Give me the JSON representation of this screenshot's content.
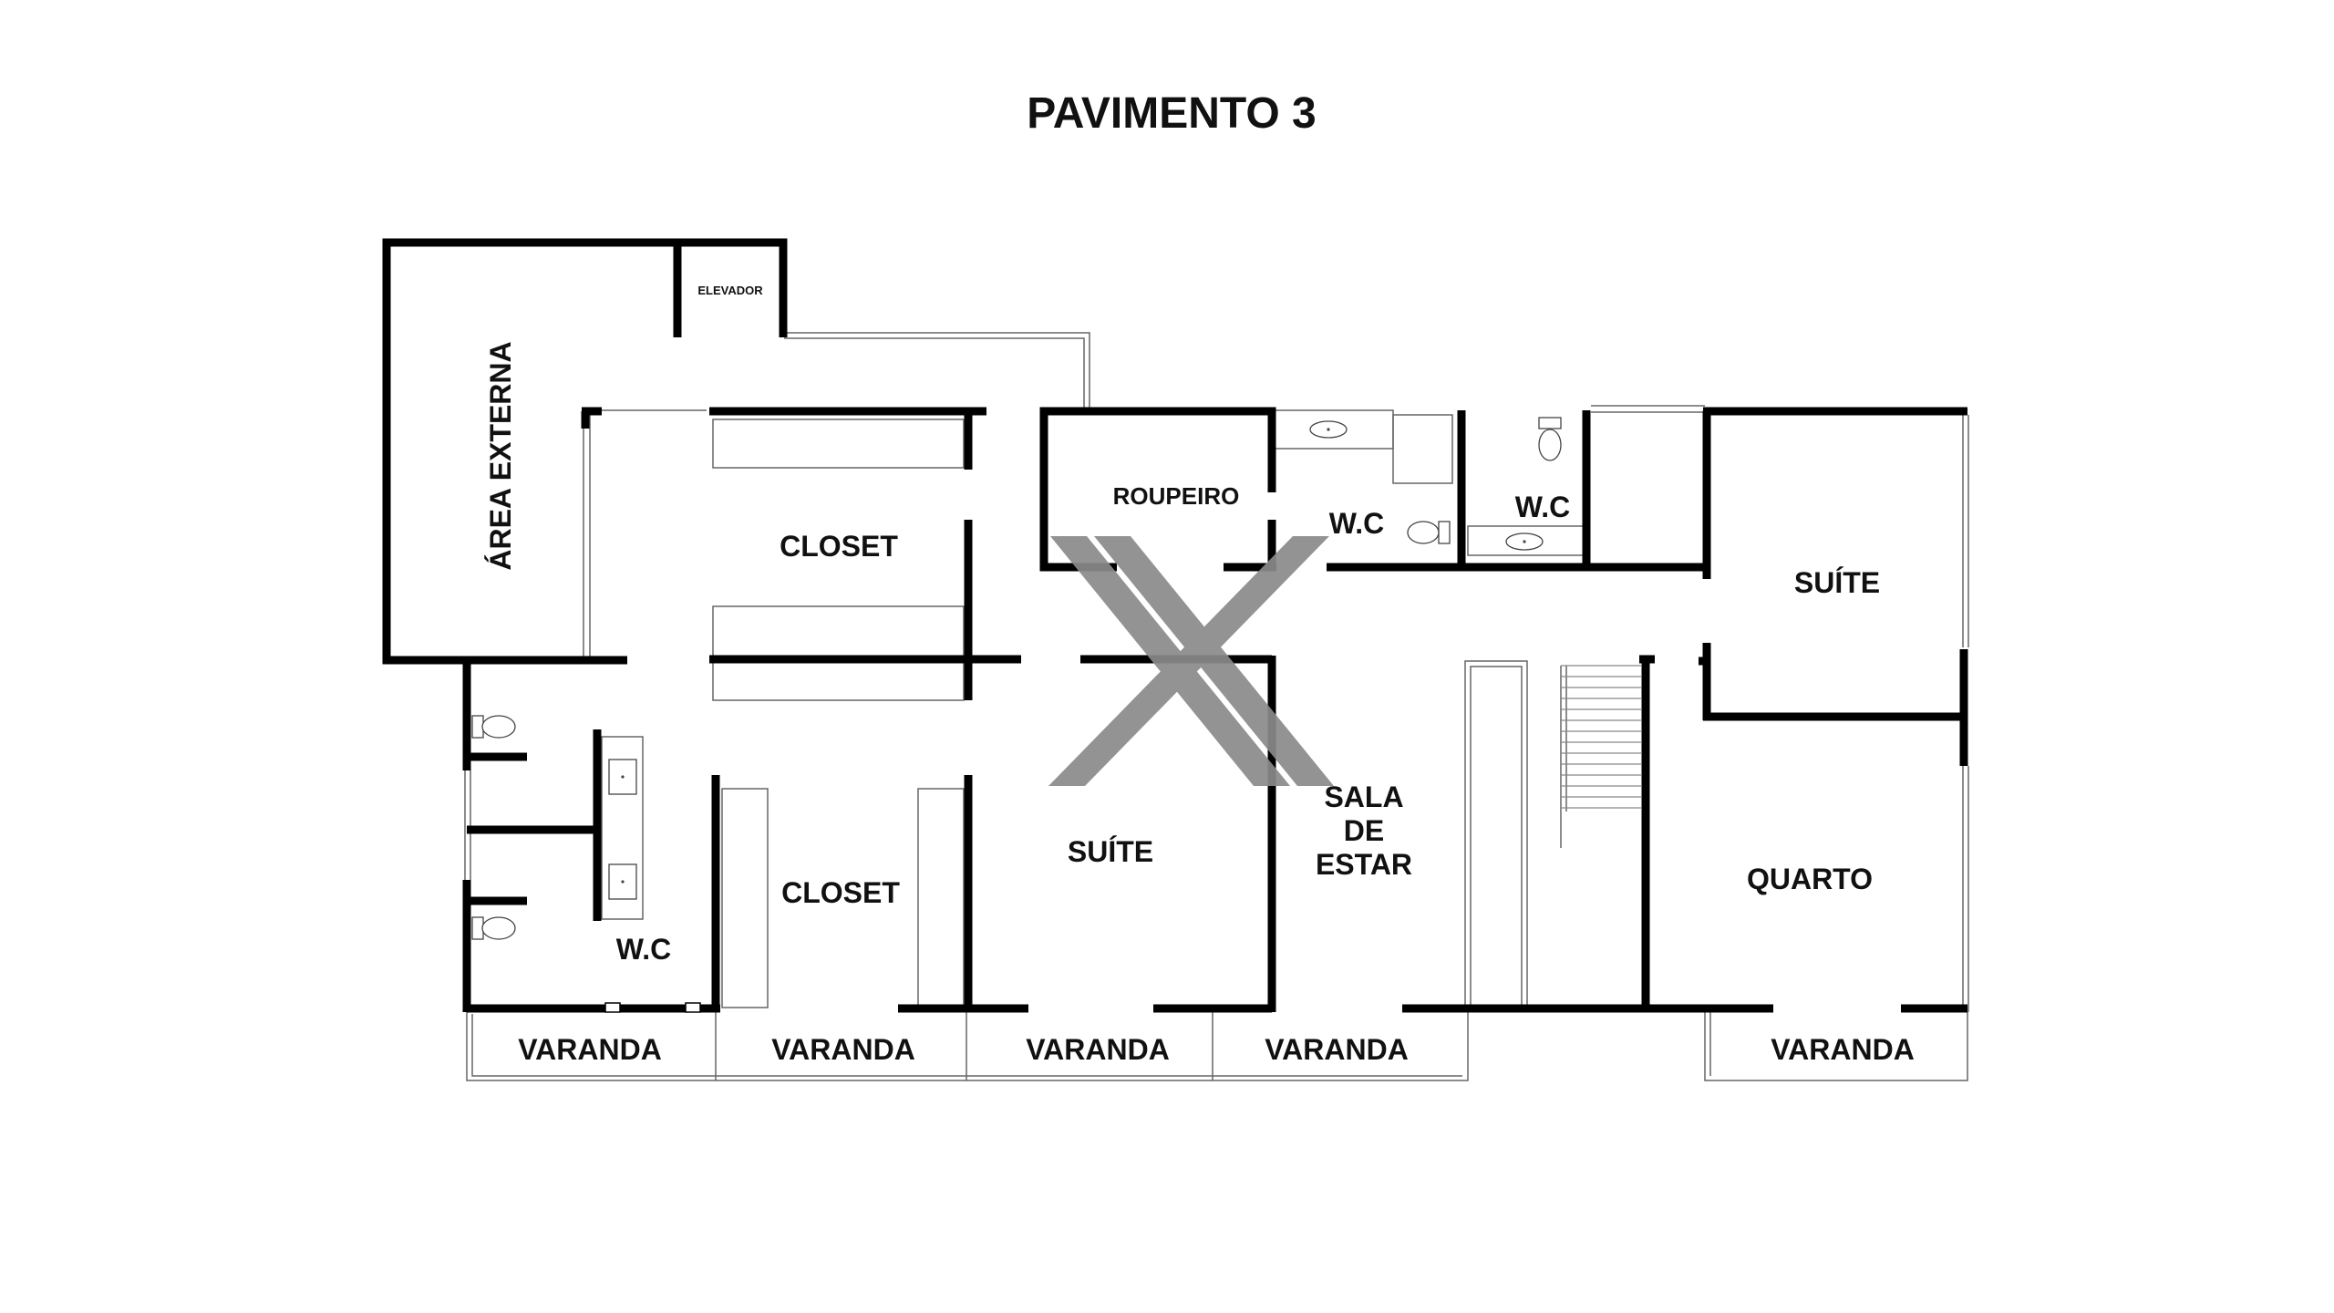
{
  "title": "PAVIMENTO 3",
  "rooms": {
    "area_externa": "ÁREA EXTERNA",
    "elevador": "ELEVADOR",
    "closet_top": "CLOSET",
    "closet_bottom": "CLOSET",
    "roupeiro": "ROUPEIRO",
    "wc_center": "W.C",
    "wc_right": "W.C",
    "wc_left": "W.C",
    "suite_right": "SUÍTE",
    "suite_center": "SUÍTE",
    "sala_line1": "SALA",
    "sala_line2": "DE",
    "sala_line3": "ESTAR",
    "quarto": "QUARTO",
    "varanda_1": "VARANDA",
    "varanda_2": "VARANDA",
    "varanda_3": "VARANDA",
    "varanda_4": "VARANDA",
    "varanda_5": "VARANDA"
  },
  "watermark": {
    "icon": "x-logo-watermark",
    "color": "#8a8a8a"
  },
  "colors": {
    "wall": "#000000",
    "background": "#ffffff"
  }
}
